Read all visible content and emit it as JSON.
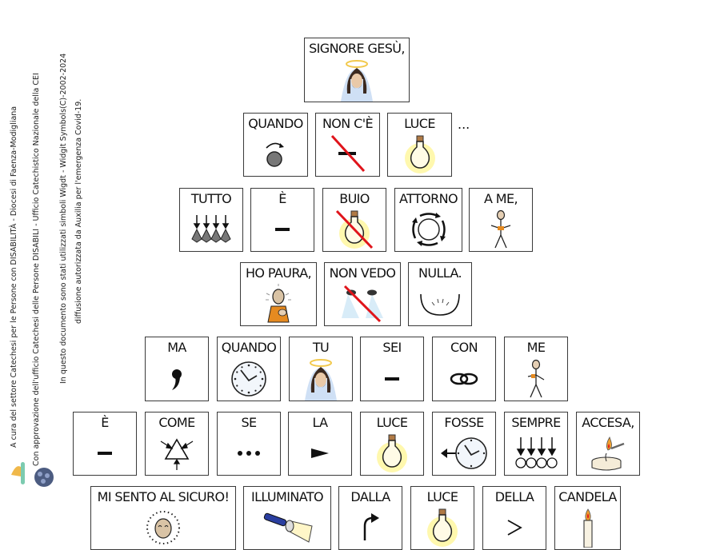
{
  "side_credits": {
    "line1": "A cura del settore Catechesi per le Persone con DISABILITÀ - Diocesi di Faenza-Modigliana",
    "line2": "Con approvazione dell'ufficio Catechesi delle Persone DISABILI - Ufficio Catechistico Nazionale della CEI",
    "line3": "In questo documento sono stati utilizzati simboli Wigdt - Widgit Symbols(C)-2002-2024",
    "line4": "diffusione autorizzata da Auxilia per l'emergenza Covid-19.",
    "logos": [
      "diocese-logo",
      "cei-logo"
    ]
  },
  "prayer": {
    "rows": [
      [
        {
          "label": "SIGNORE GESÙ,",
          "icon": "jesus-icon"
        }
      ],
      [
        {
          "label": "QUANDO",
          "icon": "when-rotate-icon"
        },
        {
          "label": "NON C'È",
          "icon": "not-is-icon"
        },
        {
          "label": "LUCE",
          "icon": "lightbulb-icon"
        }
      ],
      [
        {
          "label": "TUTTO",
          "icon": "all-icon"
        },
        {
          "label": "È",
          "icon": "is-dash-icon"
        },
        {
          "label": "BUIO",
          "icon": "dark-bulb-icon"
        },
        {
          "label": "ATTORNO",
          "icon": "around-icon"
        },
        {
          "label": "A ME,",
          "icon": "me-person-icon"
        }
      ],
      [
        {
          "label": "HO PAURA,",
          "icon": "afraid-icon"
        },
        {
          "label": "NON VEDO",
          "icon": "not-see-icon"
        },
        {
          "label": "NULLA.",
          "icon": "nothing-icon"
        }
      ],
      [
        {
          "label": "MA",
          "icon": "comma-icon"
        },
        {
          "label": "QUANDO",
          "icon": "clock-icon"
        },
        {
          "label": "TU",
          "icon": "jesus-icon"
        },
        {
          "label": "SEI",
          "icon": "is-dash-icon"
        },
        {
          "label": "CON",
          "icon": "with-rings-icon"
        },
        {
          "label": "ME",
          "icon": "me-person-icon"
        }
      ],
      [
        {
          "label": "È",
          "icon": "is-dash-icon"
        },
        {
          "label": "COME",
          "icon": "like-triangle-icon"
        },
        {
          "label": "SE",
          "icon": "ellipsis-icon"
        },
        {
          "label": "LA",
          "icon": "article-arrow-icon"
        },
        {
          "label": "LUCE",
          "icon": "lightbulb-icon"
        },
        {
          "label": "FOSSE",
          "icon": "past-clock-icon"
        },
        {
          "label": "SEMPRE",
          "icon": "always-icon"
        },
        {
          "label": "ACCESA,",
          "icon": "lit-candle-icon"
        }
      ],
      [
        {
          "label": "MI SENTO AL SICURO!",
          "icon": "safe-face-icon"
        },
        {
          "label": "ILLUMINATO",
          "icon": "flashlight-icon"
        },
        {
          "label": "DALLA",
          "icon": "from-arrow-icon"
        },
        {
          "label": "LUCE",
          "icon": "lightbulb-icon"
        },
        {
          "label": "DELLA",
          "icon": "of-chevron-icon"
        },
        {
          "label": "CANDELA",
          "icon": "candle-icon"
        }
      ]
    ],
    "row2_trailing": "..."
  },
  "colors": {
    "border": "#3a3a3a",
    "glow": "#fff36b",
    "red_strike": "#e0141b",
    "orange": "#e58a20",
    "halo": "#f2c94c"
  }
}
